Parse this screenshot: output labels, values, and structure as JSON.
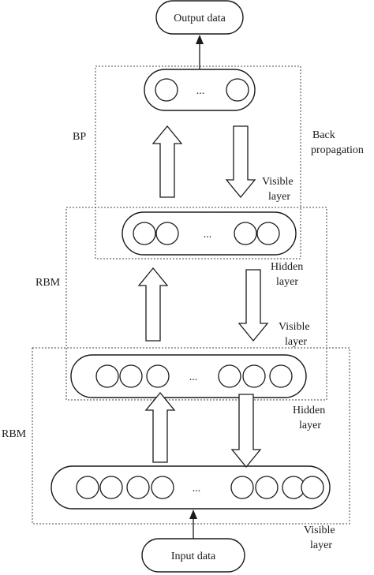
{
  "nodes": {
    "output": "Output data",
    "input": "Input data"
  },
  "ellipsis": "...",
  "groups": {
    "bp": "BP",
    "rbm_upper": "RBM",
    "rbm_lower": "RBM"
  },
  "labels": {
    "back": "Back",
    "propagation": "propagation",
    "visible1": "Visible",
    "layer1": "layer",
    "hidden1": "Hidden",
    "layer2": "layer",
    "visible2": "Visible",
    "layer3": "layer",
    "hidden2": "Hidden",
    "layer4": "layer",
    "visible3": "Visible",
    "layer5": "layer"
  }
}
